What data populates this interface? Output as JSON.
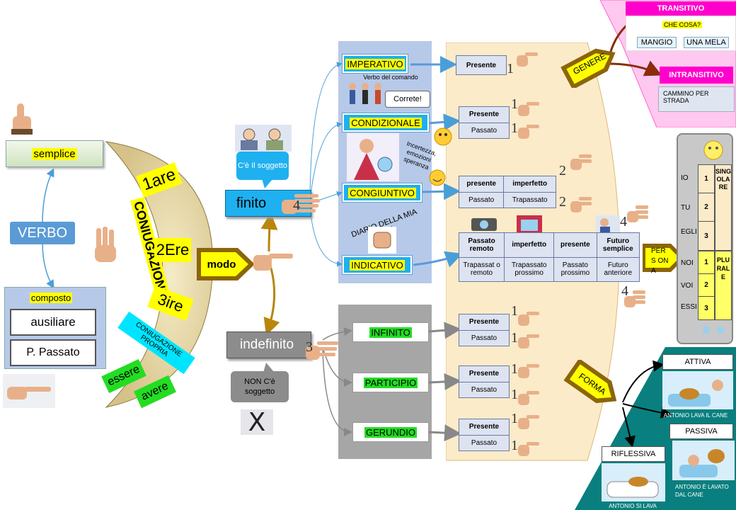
{
  "colors": {
    "accent_blue": "#1fb0ef",
    "yellow": "#ffff00",
    "green": "#22dd22",
    "cyan": "#00e5ff",
    "beige": "#fcebc9",
    "magenta": "#ff00cc",
    "teal": "#0a7f7f",
    "brown": "#8b6508"
  },
  "left": {
    "verbo": "VERBO",
    "semplice": "semplice",
    "composto": "composto",
    "ausiliare": "ausiliare",
    "participio_passato": "P. Passato",
    "coniugazione": "CONIUGAZIONE",
    "c1": "1are",
    "c2": "2Ere",
    "c3": "3ire",
    "coniugazione_propria": "CONIUGAZIONE PROPRIA",
    "essere": "essere",
    "avere": "avere",
    "modo": "modo"
  },
  "center": {
    "finito": "finito",
    "finito_num": "4",
    "ce_soggetto": "C'è Il soggetto",
    "indefinito": "indefinito",
    "indefinito_num": "3",
    "non_ce_soggetto": "NON C'è soggetto",
    "x_mark": "X"
  },
  "moods": {
    "imperativo": "IMPERATIVO",
    "imperativo_sub": "Verbo del comando",
    "correte": "Correte!",
    "condizionale": "CONDIZIONALE",
    "incertezza": "Incertezza, emozioni speranza",
    "congiuntivo": "CONGIUNTIVO",
    "diario": "DIARIO DELLA MIA VITA",
    "indicativo": "INDICATIVO",
    "infinito": "INFINITO",
    "participio": "PARTICIPIO",
    "gerundio": "GERUNDIO"
  },
  "tenses": {
    "imp_presente": "Presente",
    "imp_num": "1",
    "cond_presente": "Presente",
    "cond_passato": "Passato",
    "cond_n1": "1",
    "cond_n2": "1",
    "cong_presente": "presente",
    "cong_imperfetto": "imperfetto",
    "cong_passato": "Passato",
    "cong_trapassato": "Trapassato",
    "cong_n1": "2",
    "cong_n2": "2",
    "ind_passato_remoto": "Passato remoto",
    "ind_imperfetto": "imperfetto",
    "ind_presente": "presente",
    "ind_futuro_semplice": "Futuro semplice",
    "ind_trapassato_remoto": "Trapassat o remoto",
    "ind_trapassato_prossimo": "Trapassato prossimo",
    "ind_passato_prossimo": "Passato prossimo",
    "ind_futuro_anteriore": "Futuro anteriore",
    "ind_n1": "4",
    "ind_n2": "4",
    "inf_presente": "Presente",
    "inf_passato": "Passato",
    "part_presente": "Presente",
    "part_passato": "Passato",
    "ger_presente": "Presente",
    "ger_passato": "Passato",
    "n_one": "1"
  },
  "genere": {
    "label": "GENERE",
    "transitivo": "TRANSITIVO",
    "che_cosa": "CHE COSA?",
    "mangio": "MANGIO",
    "una_mela": "UNA MELA",
    "intransitivo": "INTRANSITIVO",
    "cammino": "CAMMINO PER STRADA"
  },
  "persona": {
    "label": "PERS ONA",
    "pronouns": [
      "IO",
      "TU",
      "EGLI",
      "NOI",
      "VOI",
      "ESSI"
    ],
    "nums": [
      "1",
      "2",
      "3",
      "1",
      "2",
      "3"
    ],
    "singolare": "SINGOLARE",
    "plurale": "PLURALE"
  },
  "forma": {
    "label": "FORMA",
    "attiva": "ATTIVA",
    "attiva_caption": "ANTONIO LAVA IL CANE",
    "passiva": "PASSIVA",
    "passiva_caption": "ANTONIO È LAVATO DAL CANE",
    "riflessiva": "RIFLESSIVA",
    "riflessiva_caption": "ANTONIO SI LAVA"
  }
}
